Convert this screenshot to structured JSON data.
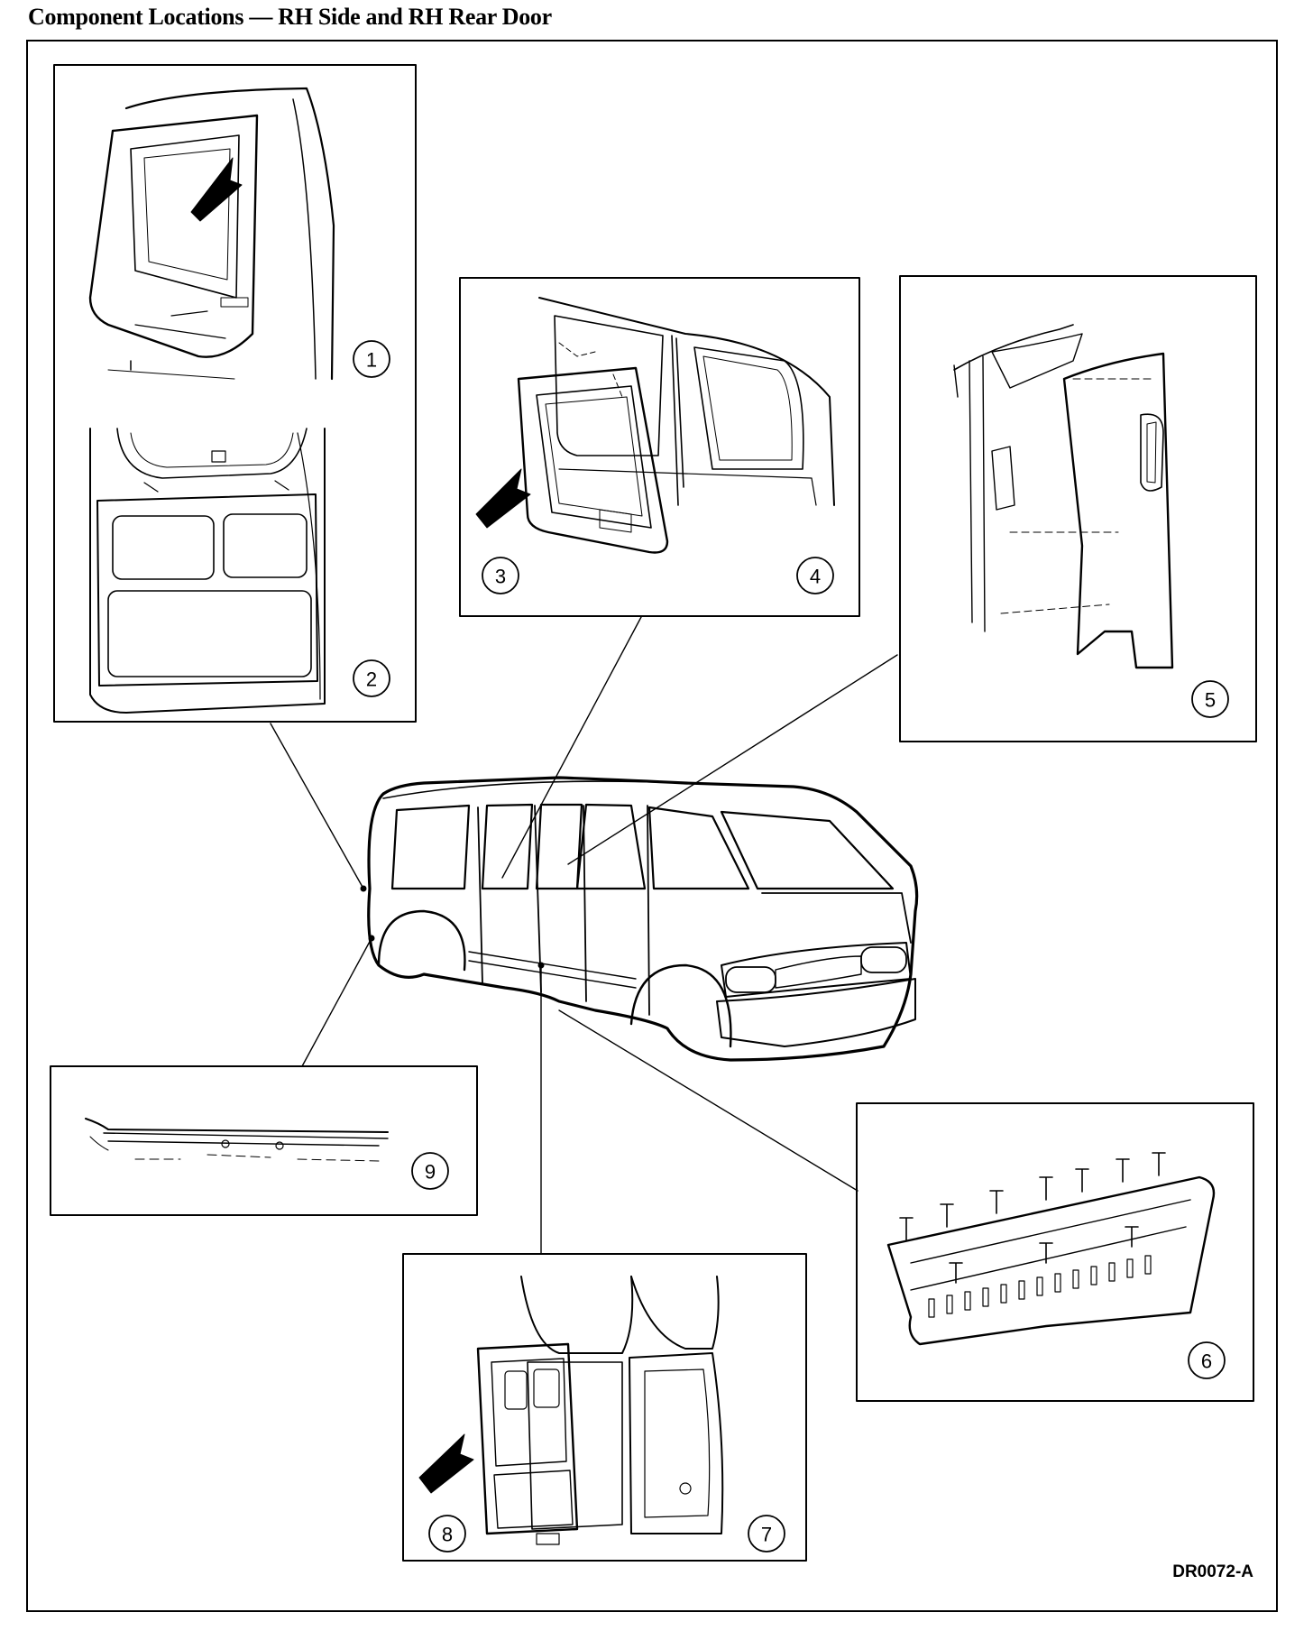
{
  "title": "Component Locations — RH Side and RH Rear Door",
  "figure_code": "DR0072-A",
  "callouts": [
    "1",
    "2",
    "3",
    "4",
    "5",
    "6",
    "7",
    "8",
    "9"
  ]
}
